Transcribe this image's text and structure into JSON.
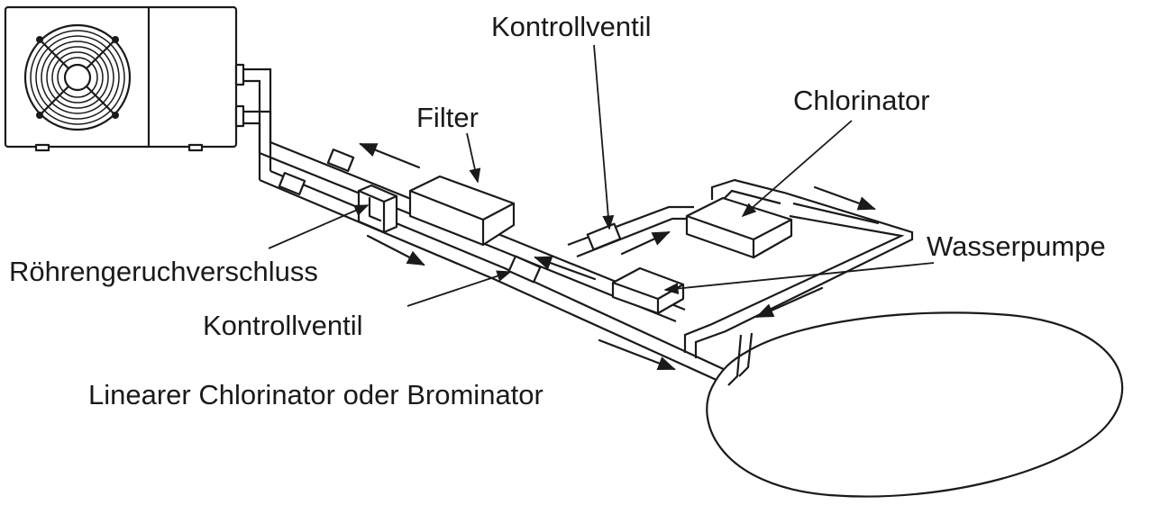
{
  "labels": {
    "kontrollventil_top": "Kontrollventil",
    "chlorinator": "Chlorinator",
    "filter": "Filter",
    "wasserpumpe": "Wasserpumpe",
    "roehrengeruchverschluss": "Röhrengeruchverschluss",
    "kontrollventil_bottom": "Kontrollventil",
    "linearer_chlorinator": "Linearer Chlorinator oder Brominator"
  }
}
